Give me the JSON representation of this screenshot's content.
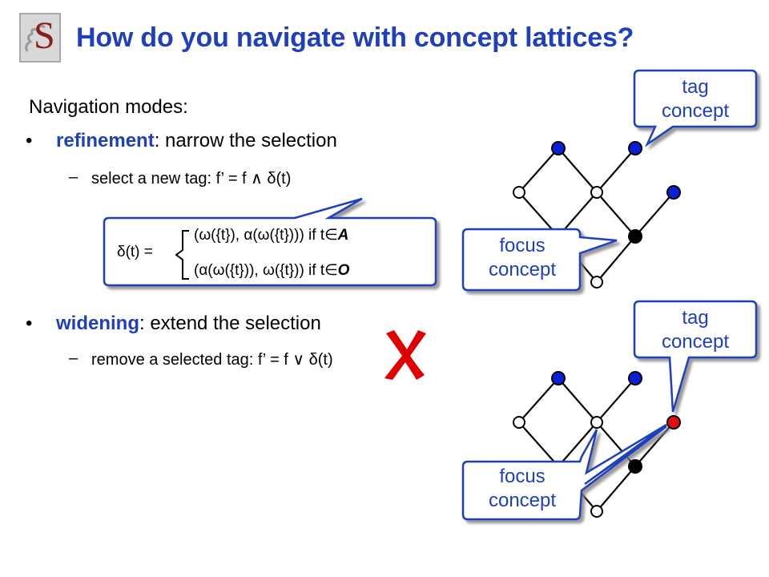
{
  "title": "How do you navigate with concept lattices?",
  "heading": "Navigation modes:",
  "bullets": [
    {
      "keyword": "refinement",
      "text": ": narrow the selection",
      "sub": "select a new tag: f’ = f ∧ δ(t)"
    },
    {
      "keyword": "widening",
      "text": ": extend the selection",
      "sub": "remove a selected tag: f’ = f ∨ δ(t)"
    }
  ],
  "formula": {
    "lhs": "δ(t) =",
    "case1": "(ω({t}), α(ω({t})))  if t∈",
    "case1_set": "A",
    "case2": "(α(ω({t})), ω({t}))  if t∈",
    "case2_set": "O"
  },
  "callouts": {
    "tag_concept_top": [
      "tag",
      "concept"
    ],
    "focus_concept_top": [
      "focus",
      "concept"
    ],
    "tag_concept_bottom": [
      "tag",
      "concept"
    ],
    "focus_concept_bottom": [
      "focus",
      "concept"
    ]
  },
  "colors": {
    "title": "#1f3fbf",
    "keyword": "#1f3fbf",
    "node_blue": "#0b1fd6",
    "node_red": "#e01010",
    "node_black": "#000000",
    "cross": "#e00000",
    "bubble_border": "#1f3fbf"
  }
}
